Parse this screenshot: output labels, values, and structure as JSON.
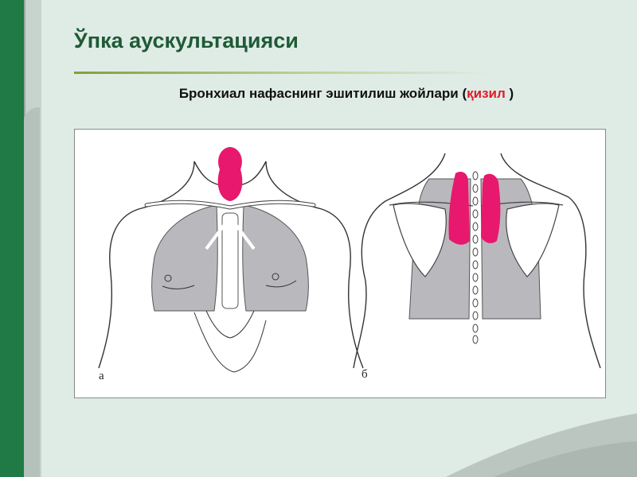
{
  "slide": {
    "title": "Ўпка аускультацияси",
    "subtitle_main": "Бронхиал нафаснинг эшитилиш жойлари (",
    "subtitle_highlight": "қизил",
    "subtitle_end": " )"
  },
  "figure": {
    "label_front": "а",
    "label_back": "б"
  },
  "colors": {
    "accent_green": "#1f7a45",
    "title_color": "#1f5a36",
    "highlight_red": "#e01b2a",
    "lung_gray": "#b9b9bd",
    "bronchial_area": "#e8186e"
  }
}
